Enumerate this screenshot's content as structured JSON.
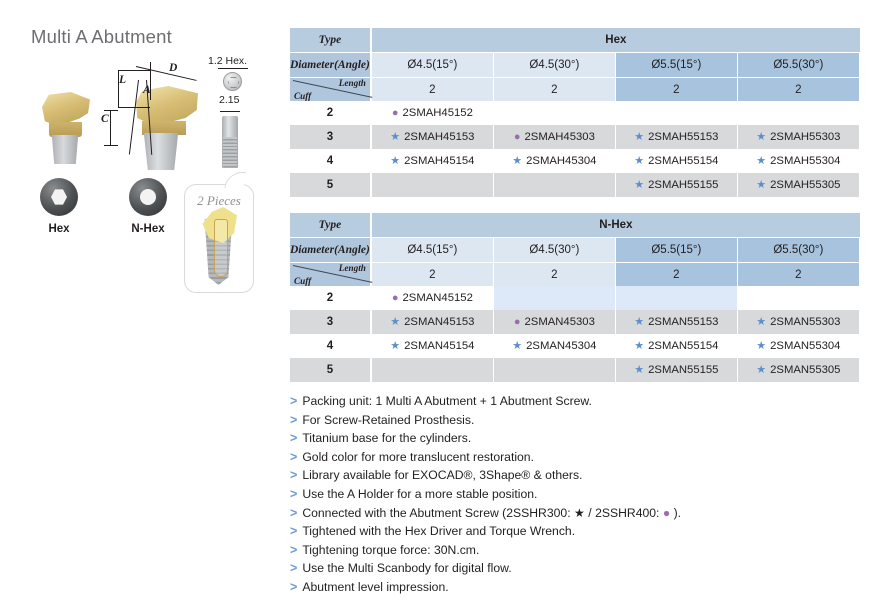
{
  "product": {
    "title": "Multi A Abutment"
  },
  "diagram": {
    "dimension_labels": [
      "L",
      "C",
      "A",
      "D"
    ],
    "screw_hex_label": "1.2 Hex.",
    "screw_width_label": "2.15",
    "connections": [
      {
        "label": "Hex",
        "icon": "hex-socket-icon"
      },
      {
        "label": "N-Hex",
        "icon": "round-socket-icon"
      }
    ],
    "callout": "2 Pieces"
  },
  "tables": [
    {
      "id": "hex",
      "header": {
        "type_label": "Type",
        "group_label": "Hex",
        "diameter_row_label": "Diameter(Angle)",
        "cuff_label": "Cuff",
        "length_label": "Length",
        "diameters": [
          "Ø4.5(15°)",
          "Ø4.5(30°)",
          "Ø5.5(15°)",
          "Ø5.5(30°)"
        ],
        "lengths": [
          "2",
          "2",
          "2",
          "2"
        ]
      },
      "rows": [
        {
          "type": "2",
          "cells": [
            {
              "marker": "dot",
              "code": "2SMAH45152"
            },
            {
              "marker": "",
              "code": ""
            },
            {
              "marker": "",
              "code": ""
            },
            {
              "marker": "",
              "code": ""
            }
          ]
        },
        {
          "type": "3",
          "cells": [
            {
              "marker": "star",
              "code": "2SMAH45153"
            },
            {
              "marker": "dot",
              "code": "2SMAH45303"
            },
            {
              "marker": "star",
              "code": "2SMAH55153"
            },
            {
              "marker": "star",
              "code": "2SMAH55303"
            }
          ]
        },
        {
          "type": "4",
          "cells": [
            {
              "marker": "star",
              "code": "2SMAH45154"
            },
            {
              "marker": "star",
              "code": "2SMAH45304"
            },
            {
              "marker": "star",
              "code": "2SMAH55154"
            },
            {
              "marker": "star",
              "code": "2SMAH55304"
            }
          ]
        },
        {
          "type": "5",
          "cells": [
            {
              "marker": "",
              "code": ""
            },
            {
              "marker": "",
              "code": ""
            },
            {
              "marker": "star",
              "code": "2SMAH55155"
            },
            {
              "marker": "star",
              "code": "2SMAH55305"
            }
          ]
        }
      ]
    },
    {
      "id": "n-hex",
      "header": {
        "type_label": "Type",
        "group_label": "N-Hex",
        "diameter_row_label": "Diameter(Angle)",
        "cuff_label": "Cuff",
        "length_label": "Length",
        "diameters": [
          "Ø4.5(15°)",
          "Ø4.5(30°)",
          "Ø5.5(15°)",
          "Ø5.5(30°)"
        ],
        "lengths": [
          "2",
          "2",
          "2",
          "2"
        ]
      },
      "rows": [
        {
          "type": "2",
          "cells": [
            {
              "marker": "dot",
              "code": "2SMAN45152"
            },
            {
              "marker": "",
              "code": "",
              "highlight": true
            },
            {
              "marker": "",
              "code": "",
              "highlight": true
            },
            {
              "marker": "",
              "code": ""
            }
          ]
        },
        {
          "type": "3",
          "cells": [
            {
              "marker": "star",
              "code": "2SMAN45153"
            },
            {
              "marker": "dot",
              "code": "2SMAN45303"
            },
            {
              "marker": "star",
              "code": "2SMAN55153"
            },
            {
              "marker": "star",
              "code": "2SMAN55303"
            }
          ]
        },
        {
          "type": "4",
          "cells": [
            {
              "marker": "star",
              "code": "2SMAN45154"
            },
            {
              "marker": "star",
              "code": "2SMAN45304"
            },
            {
              "marker": "star",
              "code": "2SMAN55154"
            },
            {
              "marker": "star",
              "code": "2SMAN55304"
            }
          ]
        },
        {
          "type": "5",
          "cells": [
            {
              "marker": "",
              "code": ""
            },
            {
              "marker": "",
              "code": ""
            },
            {
              "marker": "star",
              "code": "2SMAN55155"
            },
            {
              "marker": "star",
              "code": "2SMAN55305"
            }
          ]
        }
      ]
    }
  ],
  "notes": [
    "Packing unit: 1 Multi A Abutment + 1 Abutment Screw.",
    "For Screw-Retained Prosthesis.",
    "Titanium base for the cylinders.",
    "Gold color for more translucent restoration.",
    "Library available for EXOCAD®, 3Shape® & others.",
    "Use the A Holder for a more stable position.",
    "Connected with the Abutment Screw (2SSHR300: ★ / 2SSHR400: ● ).",
    "Tightened with the Hex Driver and Torque Wrench.",
    "Tightening torque force: 30N.cm.",
    "Use the Multi Scanbody for digital flow.",
    "Abutment level impression."
  ],
  "colors": {
    "header_blue": "#b8cce0",
    "sub_blue_light": "#dce7f1",
    "sub_blue_dark": "#a8c3dd",
    "row_gray": "#d8d9da",
    "highlight_blue": "#dde9f8",
    "star_blue": "#5b8fc9",
    "dot_purple": "#9a6fa8",
    "arrow_blue": "#6f9bd1",
    "title_gray": "#6d6e71"
  }
}
